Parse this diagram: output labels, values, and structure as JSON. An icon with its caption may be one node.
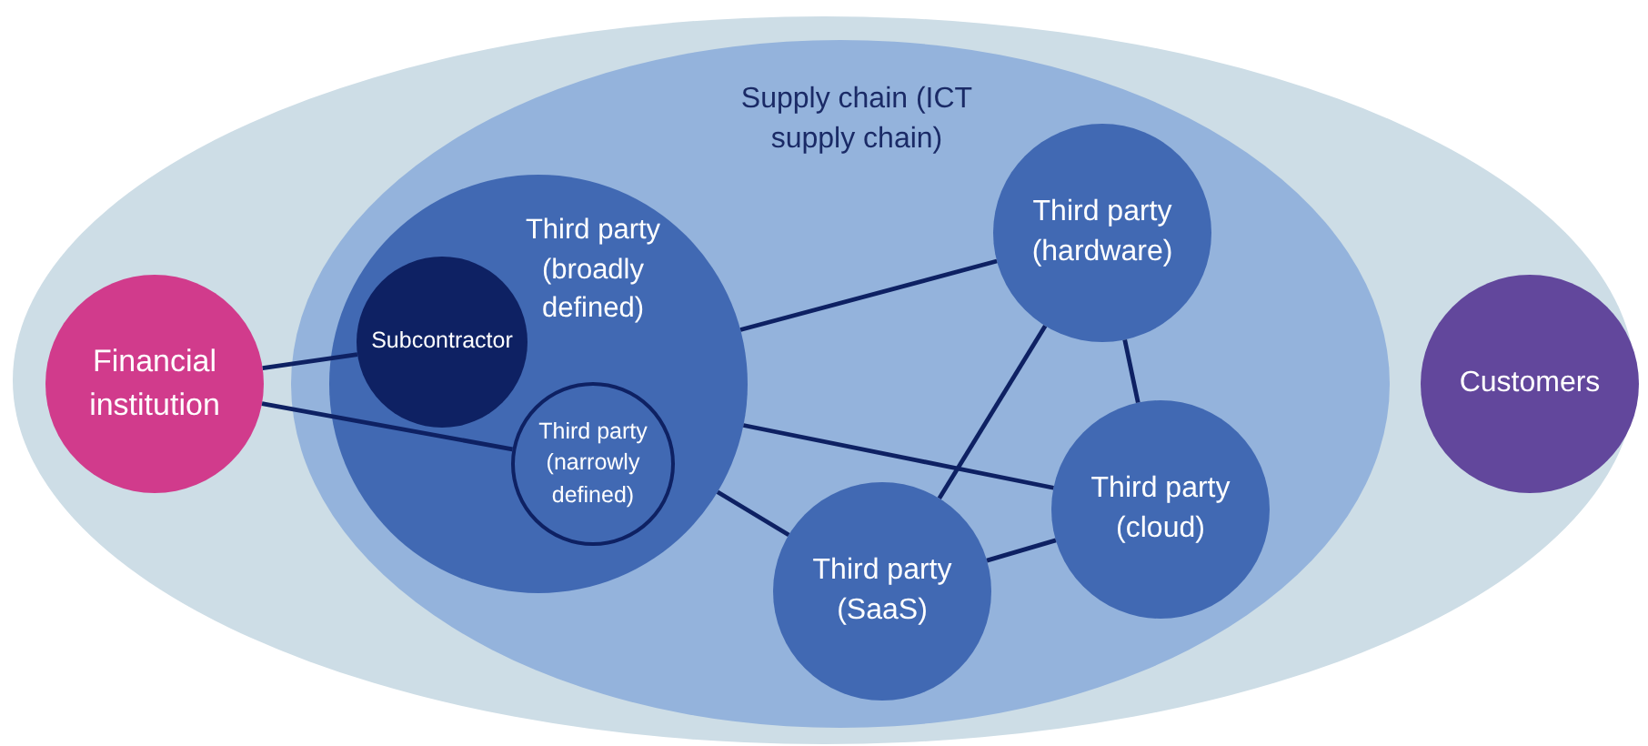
{
  "diagram": {
    "nodes": [
      {
        "text": [],
        "shape": "ellipse"
      },
      {
        "text": [
          "Supply chain (ICT supply chain)"
        ],
        "in": 0
      },
      {
        "text": [
          "Financial institution"
        ],
        "in": 0
      },
      {
        "text": [
          "Third party (broadly defined)"
        ],
        "in": 1
      },
      {
        "text": [
          "Subcontractor"
        ],
        "in": 3
      },
      {
        "text": [
          "Third party (narrowly defined)"
        ],
        "in": 3
      },
      {
        "text": [
          "Third party (hardware)"
        ],
        "in": 1
      },
      {
        "text": [
          "Third party (cloud)"
        ],
        "in": 1
      },
      {
        "text": [
          "Third party (SaaS)"
        ],
        "in": 1
      },
      {
        "text": [
          "Customers"
        ],
        "in": 0
      }
    ],
    "edges": [
      {
        "from": 2,
        "to": 4,
        "arrow": "none"
      },
      {
        "from": 2,
        "to": 5,
        "arrow": "none"
      },
      {
        "from": 3,
        "to": 6,
        "arrow": "none"
      },
      {
        "from": 3,
        "to": 7,
        "arrow": "none"
      },
      {
        "from": 3,
        "to": 8,
        "arrow": "none"
      },
      {
        "from": 6,
        "to": 8,
        "arrow": "none"
      },
      {
        "from": 6,
        "to": 7,
        "arrow": "none"
      },
      {
        "from": 8,
        "to": 7,
        "arrow": "none"
      }
    ]
  }
}
